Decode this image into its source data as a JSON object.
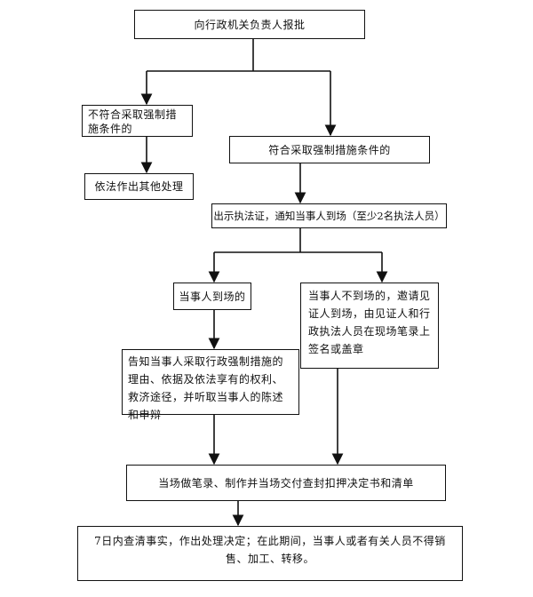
{
  "nodes": {
    "report": "向行政机关负责人报批",
    "not_meet": "不符合采取强制措施条件的",
    "meet": "符合采取强制措施条件的",
    "other": "依法作出其他处理",
    "notify": "出示执法证，通知当事人到场（至少2名执法人员）",
    "present": "当事人到场的",
    "absent": "当事人不到场的，邀请见证人到场，由见证人和行政执法人员在现场笔录上签名或盖章",
    "inform": "告知当事人采取行政强制措施的理由、依据及依法享有的权利、救济途径，并听取当事人的陈述和申辩",
    "record": "当场做笔录、制作并当场交付查封扣押决定书和清单",
    "decide": "7日内查清事实，作出处理决定；在此期间，当事人或者有关人员不得销售、加工、转移。"
  },
  "colors": {
    "line": "#111111",
    "background": "#ffffff"
  }
}
